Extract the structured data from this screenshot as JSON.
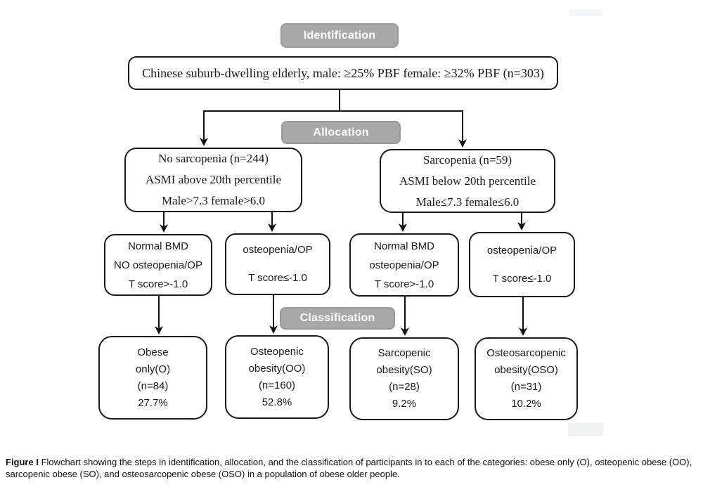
{
  "stage_labels": {
    "identification": "Identification",
    "allocation": "Allocation",
    "classification": "Classification"
  },
  "top_box": {
    "text": "Chinese suburb-dwelling elderly, male: ≥25% PBF female: ≥32% PBF (n=303)"
  },
  "allocation_boxes": [
    {
      "id": "no-sarcopenia",
      "lines": [
        "No sarcopenia (n=244)",
        "ASMI above 20th percentile",
        "Male>7.3 female>6.0"
      ]
    },
    {
      "id": "sarcopenia",
      "lines": [
        "Sarcopenia (n=59)",
        "ASMI below 20th percentile",
        "Male≤7.3 female≤6.0"
      ]
    }
  ],
  "bmd_boxes": [
    {
      "id": "normal-bmd-no-op",
      "lines": [
        "Normal BMD",
        "NO osteopenia/OP",
        "T score>-1.0"
      ]
    },
    {
      "id": "osteopenia-op-left",
      "lines": [
        "osteopenia/OP",
        "T score≤-1.0"
      ]
    },
    {
      "id": "normal-bmd-op",
      "lines": [
        "Normal BMD",
        "osteopenia/OP",
        "T score>-1.0"
      ]
    },
    {
      "id": "osteopenia-op-right",
      "lines": [
        "osteopenia/OP",
        "T score≤-1.0"
      ]
    }
  ],
  "outcome_boxes": [
    {
      "id": "obese-only",
      "lines": [
        "Obese",
        "only(O)",
        "(n=84)",
        "27.7%"
      ]
    },
    {
      "id": "osteopenic-obesity",
      "lines": [
        "Osteopenic",
        "obesity(OO)",
        "(n=160)",
        "52.8%"
      ]
    },
    {
      "id": "sarcopenic-obesity",
      "lines": [
        "Sarcopenic",
        "obesity(SO)",
        "(n=28)",
        "9.2%"
      ]
    },
    {
      "id": "osteosarcopenic-obesity",
      "lines": [
        "Osteosarcopenic",
        "obesity(OSO)",
        "(n=31)",
        "10.2%"
      ]
    }
  ],
  "caption": {
    "label": "Figure I",
    "text": "Flowchart showing the steps in identification, allocation, and the classification of participants in to each of the categories: obese only (O), osteopenic obese (OO), sarcopenic obese (SO), and osteosarcopenic obese (OSO) in a population of obese older people."
  },
  "colors": {
    "stage_bg": "#a8a8a8",
    "stage_border": "#999999",
    "stage_text": "#ffffff",
    "box_border": "#1a1a1a",
    "wire": "#111111"
  }
}
